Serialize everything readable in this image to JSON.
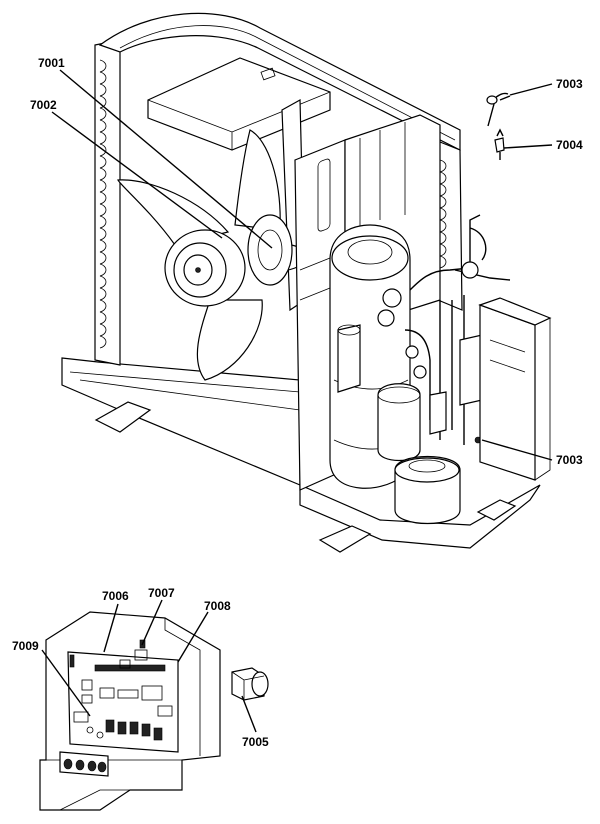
{
  "diagram": {
    "callouts": [
      {
        "id": "7001",
        "text": "7001"
      },
      {
        "id": "7002",
        "text": "7002"
      },
      {
        "id": "7003a",
        "text": "7003"
      },
      {
        "id": "7004",
        "text": "7004"
      },
      {
        "id": "7003b",
        "text": "7003"
      },
      {
        "id": "7006",
        "text": "7006"
      },
      {
        "id": "7007",
        "text": "7007"
      },
      {
        "id": "7008",
        "text": "7008"
      },
      {
        "id": "7009",
        "text": "7009"
      },
      {
        "id": "7005",
        "text": "7005"
      }
    ]
  }
}
